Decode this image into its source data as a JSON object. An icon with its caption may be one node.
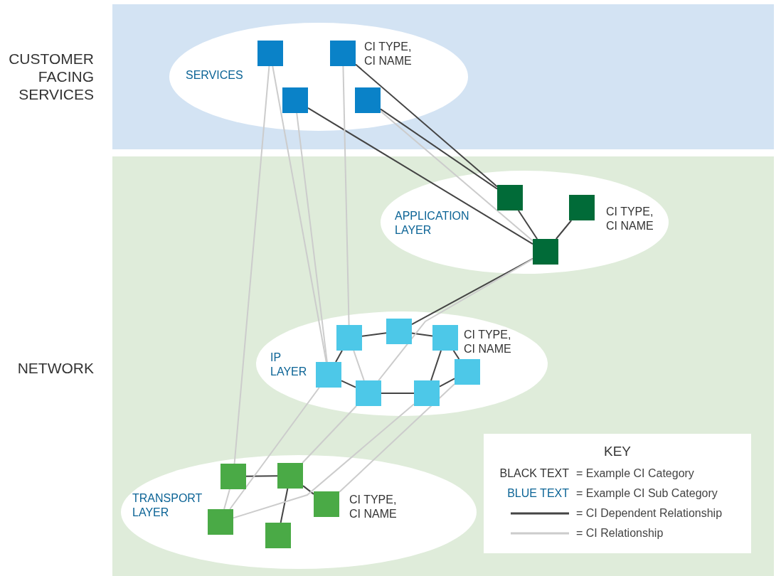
{
  "diagram": {
    "nodes": [
      {
        "text": [
          "CUSTOMER FACING SERVICES"
        ]
      },
      {
        "text": [
          "SERVICES"
        ],
        "in": 0
      },
      {
        "text": [],
        "shape": "box",
        "in": 1
      },
      {
        "text": [],
        "shape": "box",
        "in": 1,
        "beside": [
          "CI TYPE, CI NAME"
        ]
      },
      {
        "text": [],
        "shape": "box",
        "in": 1
      },
      {
        "text": [],
        "shape": "box",
        "in": 1
      },
      {
        "text": [
          "NETWORK"
        ]
      },
      {
        "text": [
          "APPLICATION LAYER"
        ],
        "in": 6
      },
      {
        "text": [],
        "shape": "box",
        "in": 7
      },
      {
        "text": [],
        "shape": "box",
        "in": 7,
        "beside": [
          "CI TYPE, CI NAME"
        ]
      },
      {
        "text": [],
        "shape": "box",
        "in": 7
      },
      {
        "text": [
          "IP LAYER"
        ],
        "in": 6
      },
      {
        "text": [],
        "shape": "box",
        "in": 11
      },
      {
        "text": [],
        "shape": "box",
        "in": 11
      },
      {
        "text": [],
        "shape": "box",
        "in": 11,
        "beside": [
          "CI TYPE, CI NAME"
        ]
      },
      {
        "text": [],
        "shape": "box",
        "in": 11
      },
      {
        "text": [],
        "shape": "box",
        "in": 11
      },
      {
        "text": [],
        "shape": "box",
        "in": 11
      },
      {
        "text": [],
        "shape": "box",
        "in": 11
      },
      {
        "text": [
          "TRANSPORT LAYER"
        ],
        "in": 6
      },
      {
        "text": [],
        "shape": "box",
        "in": 19
      },
      {
        "text": [],
        "shape": "box",
        "in": 19
      },
      {
        "text": [],
        "shape": "box",
        "in": 19,
        "beside": [
          "CI TYPE, CI NAME"
        ]
      },
      {
        "text": [],
        "shape": "box",
        "in": 19
      },
      {
        "text": [],
        "shape": "box",
        "in": 19
      }
    ],
    "edges": [
      {
        "from": 3,
        "to": 8,
        "arrow": "none"
      },
      {
        "from": 5,
        "to": 8,
        "arrow": "none"
      },
      {
        "from": 4,
        "to": 10,
        "arrow": "none"
      },
      {
        "from": 8,
        "to": 10,
        "arrow": "none"
      },
      {
        "from": 9,
        "to": 10,
        "arrow": "none"
      },
      {
        "from": 10,
        "to": 13,
        "arrow": "none"
      },
      {
        "from": 12,
        "to": 13,
        "arrow": "none"
      },
      {
        "from": 13,
        "to": 14,
        "arrow": "none"
      },
      {
        "from": 12,
        "to": 15,
        "arrow": "none"
      },
      {
        "from": 15,
        "to": 16,
        "arrow": "none"
      },
      {
        "from": 16,
        "to": 17,
        "arrow": "none"
      },
      {
        "from": 14,
        "to": 17,
        "arrow": "none"
      },
      {
        "from": 14,
        "to": 18,
        "arrow": "none"
      },
      {
        "from": 18,
        "to": 17,
        "arrow": "none"
      },
      {
        "from": 20,
        "to": 21,
        "arrow": "none"
      },
      {
        "from": 21,
        "to": 22,
        "arrow": "none"
      },
      {
        "from": 21,
        "to": 24,
        "arrow": "none"
      },
      {
        "from": 5,
        "to": 10,
        "arrow": "none",
        "color": "#cccccc"
      },
      {
        "from": 10,
        "to": 16,
        "arrow": "none",
        "color": "#cccccc"
      },
      {
        "from": 3,
        "to": 12,
        "arrow": "none",
        "color": "#cccccc"
      },
      {
        "from": 12,
        "to": 16,
        "arrow": "none",
        "color": "#cccccc"
      },
      {
        "from": 2,
        "to": 20,
        "arrow": "none",
        "color": "#cccccc"
      },
      {
        "from": 20,
        "to": 23,
        "arrow": "none",
        "color": "#cccccc"
      },
      {
        "from": 2,
        "to": 15,
        "arrow": "none",
        "color": "#cccccc"
      },
      {
        "from": 4,
        "to": 15,
        "arrow": "none",
        "color": "#cccccc"
      },
      {
        "from": 15,
        "to": 23,
        "arrow": "none",
        "color": "#cccccc"
      },
      {
        "from": 16,
        "to": 21,
        "arrow": "none",
        "color": "#cccccc"
      },
      {
        "from": 17,
        "to": 23,
        "arrow": "none",
        "color": "#cccccc"
      },
      {
        "from": 18,
        "to": 22,
        "arrow": "none",
        "color": "#cccccc"
      }
    ],
    "labels": [
      "KEY",
      "BLACK TEXT",
      "BLUE TEXT"
    ],
    "legend": [
      {
        "text": "= Example CI Category"
      },
      {
        "text": "= Example CI Sub Category"
      },
      {
        "text": "= CI Dependent Relationship"
      },
      {
        "text": "= CI Relationship"
      }
    ]
  }
}
